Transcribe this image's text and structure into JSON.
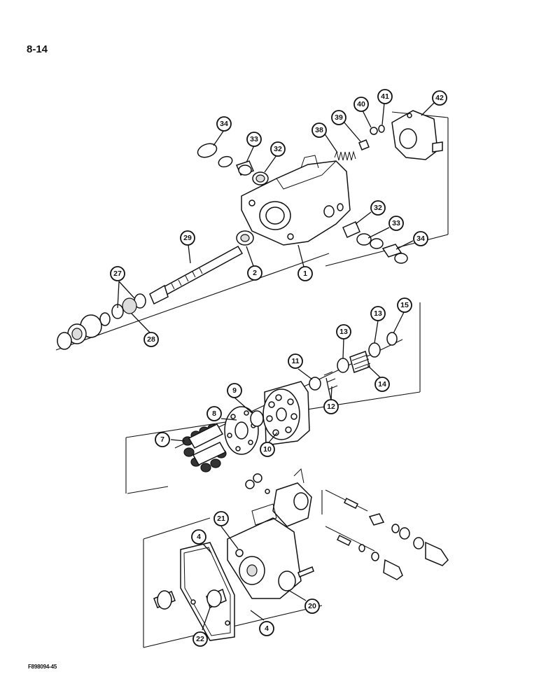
{
  "page": {
    "page_number": "8-14",
    "figure_code": "F898094-45"
  },
  "callouts": [
    {
      "id": "c34a",
      "label": "34"
    },
    {
      "id": "c33a",
      "label": "33"
    },
    {
      "id": "c32a",
      "label": "32"
    },
    {
      "id": "c38",
      "label": "38"
    },
    {
      "id": "c39",
      "label": "39"
    },
    {
      "id": "c40",
      "label": "40"
    },
    {
      "id": "c41",
      "label": "41"
    },
    {
      "id": "c42",
      "label": "42"
    },
    {
      "id": "c32b",
      "label": "32"
    },
    {
      "id": "c33b",
      "label": "33"
    },
    {
      "id": "c34b",
      "label": "34"
    },
    {
      "id": "c29",
      "label": "29"
    },
    {
      "id": "c2",
      "label": "2"
    },
    {
      "id": "c1",
      "label": "1"
    },
    {
      "id": "c27",
      "label": "27"
    },
    {
      "id": "c28",
      "label": "28"
    },
    {
      "id": "c11",
      "label": "11"
    },
    {
      "id": "c13a",
      "label": "13"
    },
    {
      "id": "c13b",
      "label": "13"
    },
    {
      "id": "c15",
      "label": "15"
    },
    {
      "id": "c14",
      "label": "14"
    },
    {
      "id": "c12",
      "label": "12"
    },
    {
      "id": "c9",
      "label": "9"
    },
    {
      "id": "c8",
      "label": "8"
    },
    {
      "id": "c7",
      "label": "7"
    },
    {
      "id": "c10",
      "label": "10"
    },
    {
      "id": "c4a",
      "label": "4"
    },
    {
      "id": "c21",
      "label": "21"
    },
    {
      "id": "c20",
      "label": "20"
    },
    {
      "id": "c22",
      "label": "22"
    },
    {
      "id": "c4b",
      "label": "4"
    }
  ]
}
